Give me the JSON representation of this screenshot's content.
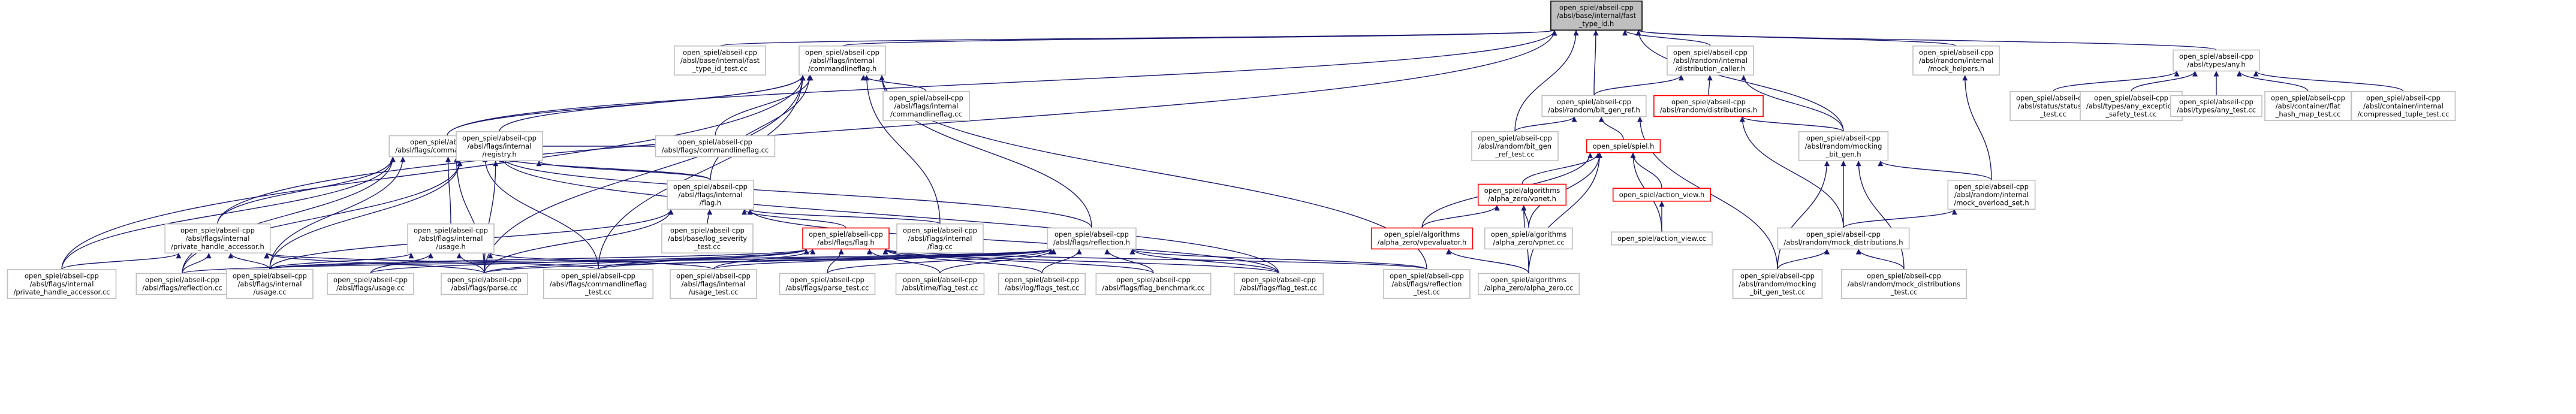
{
  "colors": {
    "edge": "#191970",
    "node_fill": "#ffffff",
    "node_border": "#bfbfbf",
    "root_fill": "#bfbfbf",
    "root_border": "#000000",
    "node_text": "#000000",
    "red_text": "#ff0000"
  },
  "nodes": [
    {
      "id": "fast_type_id",
      "lines": [
        "open_spiel/abseil-cpp",
        "/absl/base/internal/fast",
        "_type_id.h"
      ],
      "style": "root"
    },
    {
      "id": "fast_type_id_test",
      "lines": [
        "open_spiel/abseil-cpp",
        "/absl/base/internal/fast",
        "_type_id_test.cc"
      ]
    },
    {
      "id": "commandlineflag_h_int",
      "lines": [
        "open_spiel/abseil-cpp",
        "/absl/flags/internal",
        "/commandlineflag.h"
      ]
    },
    {
      "id": "distribution_caller",
      "lines": [
        "open_spiel/abseil-cpp",
        "/absl/random/internal",
        "/distribution_caller.h"
      ]
    },
    {
      "id": "mock_helpers",
      "lines": [
        "open_spiel/abseil-cpp",
        "/absl/random/internal",
        "/mock_helpers.h"
      ]
    },
    {
      "id": "any_h",
      "lines": [
        "open_spiel/abseil-cpp",
        "/absl/types/any.h"
      ]
    },
    {
      "id": "commandlineflag_h",
      "lines": [
        "open_spiel/abseil-cpp",
        "/absl/flags/commandlineflag.h"
      ]
    },
    {
      "id": "commandlineflag_cc_int",
      "lines": [
        "open_spiel/abseil-cpp",
        "/absl/flags/internal",
        "/commandlineflag.cc"
      ]
    },
    {
      "id": "bit_gen_ref",
      "lines": [
        "open_spiel/abseil-cpp",
        "/absl/random/bit_gen_ref.h"
      ]
    },
    {
      "id": "distributions_h",
      "lines": [
        "open_spiel/abseil-cpp",
        "/absl/random/distributions.h"
      ],
      "style": "red"
    },
    {
      "id": "statusor_test",
      "lines": [
        "open_spiel/abseil-cpp",
        "/absl/status/statusor",
        "_test.cc"
      ]
    },
    {
      "id": "any_exception",
      "lines": [
        "open_spiel/abseil-cpp",
        "/absl/types/any_exception",
        "_safety_test.cc"
      ]
    },
    {
      "id": "any_test",
      "lines": [
        "open_spiel/abseil-cpp",
        "/absl/types/any_test.cc"
      ]
    },
    {
      "id": "flat_hash_map_test",
      "lines": [
        "open_spiel/abseil-cpp",
        "/absl/container/flat",
        "_hash_map_test.cc"
      ]
    },
    {
      "id": "compressed_tuple_test",
      "lines": [
        "open_spiel/abseil-cpp",
        "/absl/container/internal",
        "/compressed_tuple_test.cc"
      ]
    },
    {
      "id": "registry",
      "lines": [
        "open_spiel/abseil-cpp",
        "/absl/flags/internal",
        "/registry.h"
      ]
    },
    {
      "id": "commandlineflag_cc",
      "lines": [
        "open_spiel/abseil-cpp",
        "/absl/flags/commandlineflag.cc"
      ]
    },
    {
      "id": "bit_gen_ref_test",
      "lines": [
        "open_spiel/abseil-cpp",
        "/absl/random/bit_gen",
        "_ref_test.cc"
      ]
    },
    {
      "id": "spiel_h",
      "lines": [
        "open_spiel/spiel.h"
      ],
      "style": "red"
    },
    {
      "id": "mocking_bit_gen",
      "lines": [
        "open_spiel/abseil-cpp",
        "/absl/random/mocking",
        "_bit_gen.h"
      ]
    },
    {
      "id": "flag_h_int",
      "lines": [
        "open_spiel/abseil-cpp",
        "/absl/flags/internal",
        "/flag.h"
      ]
    },
    {
      "id": "alpha_zero_vpnet_h",
      "lines": [
        "open_spiel/algorithms",
        "/alpha_zero/vpnet.h"
      ],
      "style": "red"
    },
    {
      "id": "action_view_h",
      "lines": [
        "open_spiel/action_view.h"
      ],
      "style": "red"
    },
    {
      "id": "mock_overload_set",
      "lines": [
        "open_spiel/abseil-cpp",
        "/absl/random/internal",
        "/mock_overload_set.h"
      ]
    },
    {
      "id": "private_handle_accessor_h",
      "lines": [
        "open_spiel/abseil-cpp",
        "/absl/flags/internal",
        "/private_handle_accessor.h"
      ]
    },
    {
      "id": "usage_h_int",
      "lines": [
        "open_spiel/abseil-cpp",
        "/absl/flags/internal",
        "/usage.h"
      ]
    },
    {
      "id": "log_severity_test",
      "lines": [
        "open_spiel/abseil-cpp",
        "/absl/base/log_severity",
        "_test.cc"
      ]
    },
    {
      "id": "flag_h",
      "lines": [
        "open_spiel/abseil-cpp",
        "/absl/flags/flag.h"
      ],
      "style": "red"
    },
    {
      "id": "flag_cc_int",
      "lines": [
        "open_spiel/abseil-cpp",
        "/absl/flags/internal",
        "/flag.cc"
      ]
    },
    {
      "id": "reflection_h",
      "lines": [
        "open_spiel/abseil-cpp",
        "/absl/flags/reflection.h"
      ]
    },
    {
      "id": "vpevaluator_h",
      "lines": [
        "open_spiel/algorithms",
        "/alpha_zero/vpevaluator.h"
      ],
      "style": "red"
    },
    {
      "id": "alpha_zero_vpnet_cc",
      "lines": [
        "open_spiel/algorithms",
        "/alpha_zero/vpnet.cc"
      ]
    },
    {
      "id": "action_view_cc",
      "lines": [
        "open_spiel/action_view.cc"
      ]
    },
    {
      "id": "mock_distributions_h",
      "lines": [
        "open_spiel/abseil-cpp",
        "/absl/random/mock_distributions.h"
      ]
    },
    {
      "id": "private_handle_accessor_cc",
      "lines": [
        "open_spiel/abseil-cpp",
        "/absl/flags/internal",
        "/private_handle_accessor.cc"
      ]
    },
    {
      "id": "reflection_cc",
      "lines": [
        "open_spiel/abseil-cpp",
        "/absl/flags/reflection.cc"
      ]
    },
    {
      "id": "usage_cc_int",
      "lines": [
        "open_spiel/abseil-cpp",
        "/absl/flags/internal",
        "/usage.cc"
      ]
    },
    {
      "id": "usage_cc",
      "lines": [
        "open_spiel/abseil-cpp",
        "/absl/flags/usage.cc"
      ]
    },
    {
      "id": "parse_cc",
      "lines": [
        "open_spiel/abseil-cpp",
        "/absl/flags/parse.cc"
      ]
    },
    {
      "id": "commandlineflag_test",
      "lines": [
        "open_spiel/abseil-cpp",
        "/absl/flags/commandlineflag",
        "_test.cc"
      ]
    },
    {
      "id": "usage_test_int",
      "lines": [
        "open_spiel/abseil-cpp",
        "/absl/flags/internal",
        "/usage_test.cc"
      ]
    },
    {
      "id": "parse_test",
      "lines": [
        "open_spiel/abseil-cpp",
        "/absl/flags/parse_test.cc"
      ]
    },
    {
      "id": "time_flag_test",
      "lines": [
        "open_spiel/abseil-cpp",
        "/absl/time/flag_test.cc"
      ]
    },
    {
      "id": "log_flags_test",
      "lines": [
        "open_spiel/abseil-cpp",
        "/absl/log/flags_test.cc"
      ]
    },
    {
      "id": "flag_benchmark",
      "lines": [
        "open_spiel/abseil-cpp",
        "/absl/flags/flag_benchmark.cc"
      ]
    },
    {
      "id": "flag_test",
      "lines": [
        "open_spiel/abseil-cpp",
        "/absl/flags/flag_test.cc"
      ]
    },
    {
      "id": "reflection_test",
      "lines": [
        "open_spiel/abseil-cpp",
        "/absl/flags/reflection",
        "_test.cc"
      ]
    },
    {
      "id": "alpha_zero_cc",
      "lines": [
        "open_spiel/algorithms",
        "/alpha_zero/alpha_zero.cc"
      ]
    },
    {
      "id": "mocking_bit_gen_test",
      "lines": [
        "open_spiel/abseil-cpp",
        "/absl/random/mocking",
        "_bit_gen_test.cc"
      ]
    },
    {
      "id": "mock_distributions_test",
      "lines": [
        "open_spiel/abseil-cpp",
        "/absl/random/mock_distributions",
        "_test.cc"
      ]
    }
  ],
  "edges": [
    [
      "fast_type_id",
      "fast_type_id_test"
    ],
    [
      "fast_type_id",
      "commandlineflag_h_int"
    ],
    [
      "fast_type_id",
      "distribution_caller"
    ],
    [
      "fast_type_id",
      "mock_helpers"
    ],
    [
      "fast_type_id",
      "any_h"
    ],
    [
      "fast_type_id",
      "commandlineflag_h"
    ],
    [
      "fast_type_id",
      "bit_gen_ref"
    ],
    [
      "fast_type_id",
      "bit_gen_ref_test"
    ],
    [
      "fast_type_id",
      "mocking_bit_gen"
    ],
    [
      "fast_type_id",
      "private_handle_accessor_h"
    ],
    [
      "commandlineflag_h_int",
      "commandlineflag_h"
    ],
    [
      "commandlineflag_h_int",
      "commandlineflag_cc_int"
    ],
    [
      "commandlineflag_h_int",
      "registry"
    ],
    [
      "commandlineflag_h_int",
      "commandlineflag_cc"
    ],
    [
      "commandlineflag_h_int",
      "flag_h_int"
    ],
    [
      "commandlineflag_h_int",
      "reflection_h"
    ],
    [
      "commandlineflag_h_int",
      "flag_cc_int"
    ],
    [
      "commandlineflag_h_int",
      "parse_cc"
    ],
    [
      "commandlineflag_h_int",
      "commandlineflag_test"
    ],
    [
      "commandlineflag_h_int",
      "reflection_test"
    ],
    [
      "commandlineflag_h_int",
      "private_handle_accessor_cc"
    ],
    [
      "distribution_caller",
      "bit_gen_ref"
    ],
    [
      "distribution_caller",
      "distributions_h"
    ],
    [
      "distribution_caller",
      "mocking_bit_gen"
    ],
    [
      "mock_helpers",
      "mock_overload_set"
    ],
    [
      "any_h",
      "statusor_test"
    ],
    [
      "any_h",
      "any_exception"
    ],
    [
      "any_h",
      "any_test"
    ],
    [
      "any_h",
      "flat_hash_map_test"
    ],
    [
      "any_h",
      "compressed_tuple_test"
    ],
    [
      "commandlineflag_h",
      "commandlineflag_cc"
    ],
    [
      "commandlineflag_h",
      "registry"
    ],
    [
      "commandlineflag_h",
      "flag_h_int"
    ],
    [
      "commandlineflag_h",
      "private_handle_accessor_h"
    ],
    [
      "commandlineflag_h",
      "usage_h_int"
    ],
    [
      "commandlineflag_h",
      "reflection_h"
    ],
    [
      "commandlineflag_h",
      "private_handle_accessor_cc"
    ],
    [
      "commandlineflag_h",
      "reflection_cc"
    ],
    [
      "commandlineflag_h",
      "usage_cc_int"
    ],
    [
      "commandlineflag_h",
      "parse_cc"
    ],
    [
      "commandlineflag_h",
      "commandlineflag_test"
    ],
    [
      "commandlineflag_h",
      "flag_test"
    ],
    [
      "bit_gen_ref",
      "bit_gen_ref_test"
    ],
    [
      "bit_gen_ref",
      "spiel_h"
    ],
    [
      "bit_gen_ref",
      "mocking_bit_gen_test"
    ],
    [
      "distributions_h",
      "mocking_bit_gen"
    ],
    [
      "distributions_h",
      "mock_distributions_h"
    ],
    [
      "registry",
      "flag_h_int"
    ],
    [
      "registry",
      "reflection_cc"
    ],
    [
      "registry",
      "usage_cc_int"
    ],
    [
      "registry",
      "parse_cc"
    ],
    [
      "spiel_h",
      "alpha_zero_vpnet_h"
    ],
    [
      "spiel_h",
      "action_view_h"
    ],
    [
      "spiel_h",
      "vpevaluator_h"
    ],
    [
      "spiel_h",
      "alpha_zero_vpnet_cc"
    ],
    [
      "spiel_h",
      "action_view_cc"
    ],
    [
      "spiel_h",
      "alpha_zero_cc"
    ],
    [
      "mocking_bit_gen",
      "mock_overload_set"
    ],
    [
      "mocking_bit_gen",
      "mock_distributions_h"
    ],
    [
      "mocking_bit_gen",
      "mocking_bit_gen_test"
    ],
    [
      "mocking_bit_gen",
      "mock_distributions_test"
    ],
    [
      "flag_h_int",
      "log_severity_test"
    ],
    [
      "flag_h_int",
      "flag_h"
    ],
    [
      "flag_h_int",
      "flag_cc_int"
    ],
    [
      "flag_h_int",
      "usage_cc_int"
    ],
    [
      "flag_h_int",
      "parse_cc"
    ],
    [
      "flag_h_int",
      "flag_test"
    ],
    [
      "alpha_zero_vpnet_h",
      "vpevaluator_h"
    ],
    [
      "alpha_zero_vpnet_h",
      "alpha_zero_vpnet_cc"
    ],
    [
      "alpha_zero_vpnet_h",
      "alpha_zero_cc"
    ],
    [
      "action_view_h",
      "action_view_cc"
    ],
    [
      "mock_overload_set",
      "mock_distributions_h"
    ],
    [
      "private_handle_accessor_h",
      "private_handle_accessor_cc"
    ],
    [
      "private_handle_accessor_h",
      "reflection_cc"
    ],
    [
      "private_handle_accessor_h",
      "usage_cc_int"
    ],
    [
      "private_handle_accessor_h",
      "parse_cc"
    ],
    [
      "private_handle_accessor_h",
      "commandlineflag_test"
    ],
    [
      "usage_h_int",
      "usage_cc_int"
    ],
    [
      "usage_h_int",
      "usage_cc"
    ],
    [
      "usage_h_int",
      "parse_cc"
    ],
    [
      "usage_h_int",
      "usage_test_int"
    ],
    [
      "flag_h",
      "usage_cc_int"
    ],
    [
      "flag_h",
      "usage_cc"
    ],
    [
      "flag_h",
      "parse_cc"
    ],
    [
      "flag_h",
      "commandlineflag_test"
    ],
    [
      "flag_h",
      "usage_test_int"
    ],
    [
      "flag_h",
      "parse_test"
    ],
    [
      "flag_h",
      "time_flag_test"
    ],
    [
      "flag_h",
      "log_flags_test"
    ],
    [
      "flag_h",
      "flag_benchmark"
    ],
    [
      "flag_h",
      "flag_test"
    ],
    [
      "flag_h",
      "reflection_test"
    ],
    [
      "reflection_h",
      "reflection_cc"
    ],
    [
      "reflection_h",
      "usage_cc_int"
    ],
    [
      "reflection_h",
      "parse_cc"
    ],
    [
      "reflection_h",
      "commandlineflag_test"
    ],
    [
      "reflection_h",
      "usage_test_int"
    ],
    [
      "reflection_h",
      "parse_test"
    ],
    [
      "reflection_h",
      "time_flag_test"
    ],
    [
      "reflection_h",
      "log_flags_test"
    ],
    [
      "reflection_h",
      "flag_benchmark"
    ],
    [
      "reflection_h",
      "flag_test"
    ],
    [
      "reflection_h",
      "reflection_test"
    ],
    [
      "vpevaluator_h",
      "alpha_zero_cc"
    ],
    [
      "mock_distributions_h",
      "mocking_bit_gen_test"
    ],
    [
      "mock_distributions_h",
      "mock_distributions_test"
    ]
  ]
}
